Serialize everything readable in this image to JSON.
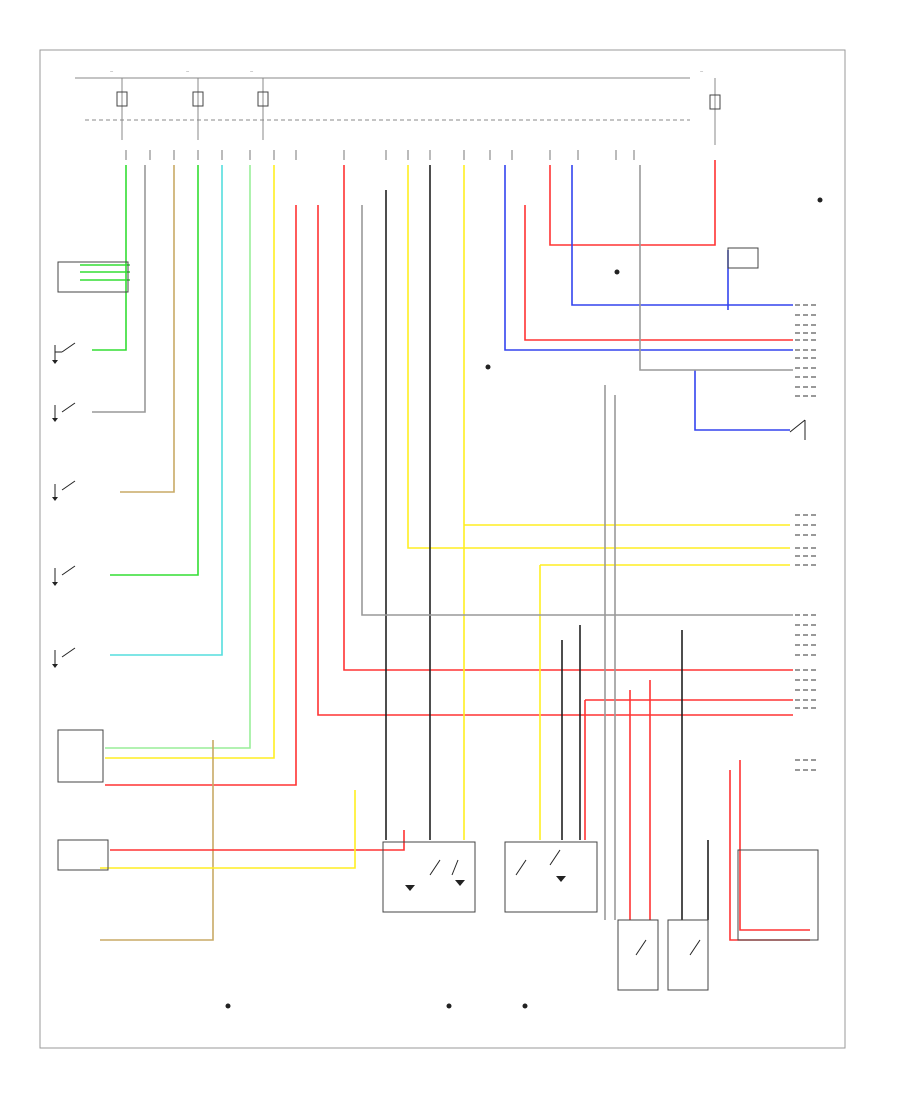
{
  "diagram": {
    "wire_colors": {
      "red": "#ff3333",
      "yellow": "#ffee22",
      "green": "#33dd33",
      "light_green": "#99ee99",
      "cyan": "#55dddd",
      "tan": "#c8aa66",
      "blue": "#3344ee",
      "gray": "#999999",
      "black": "#222222",
      "pink": "#ff9999"
    },
    "fuse_labels": [
      "—",
      "—",
      "—",
      "—",
      "—"
    ],
    "components": [
      {
        "id": "fuse-left-1",
        "label": ""
      },
      {
        "id": "fuse-left-2",
        "label": ""
      },
      {
        "id": "fuse-left-3",
        "label": ""
      },
      {
        "id": "fuse-right",
        "label": ""
      },
      {
        "id": "left-switch-1",
        "label": ""
      },
      {
        "id": "left-switch-2",
        "label": ""
      },
      {
        "id": "left-switch-3",
        "label": ""
      },
      {
        "id": "left-switch-4",
        "label": ""
      },
      {
        "id": "left-switch-5",
        "label": ""
      },
      {
        "id": "relay-box-1",
        "label": ""
      },
      {
        "id": "relay-box-2",
        "label": ""
      },
      {
        "id": "right-module-1",
        "label": ""
      },
      {
        "id": "right-module-2",
        "label": ""
      },
      {
        "id": "right-module-3",
        "label": ""
      },
      {
        "id": "bottom-switch-1",
        "label": ""
      },
      {
        "id": "bottom-switch-2",
        "label": ""
      }
    ],
    "figure_id": ""
  }
}
